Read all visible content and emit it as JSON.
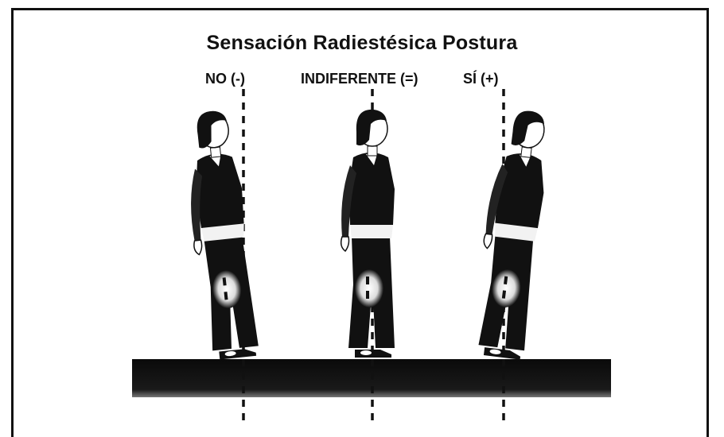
{
  "title": "Sensación Radiestésica Postura",
  "labels": {
    "no": "NO (-)",
    "indifferent": "INDIFERENTE (=)",
    "yes": "SÍ (+)"
  },
  "colors": {
    "ink": "#111111",
    "skin": "#ffffff",
    "background": "#ffffff"
  },
  "figures": [
    {
      "posture": "no",
      "lean": "backward"
    },
    {
      "posture": "indifferent",
      "lean": "upright"
    },
    {
      "posture": "yes",
      "lean": "forward"
    }
  ]
}
